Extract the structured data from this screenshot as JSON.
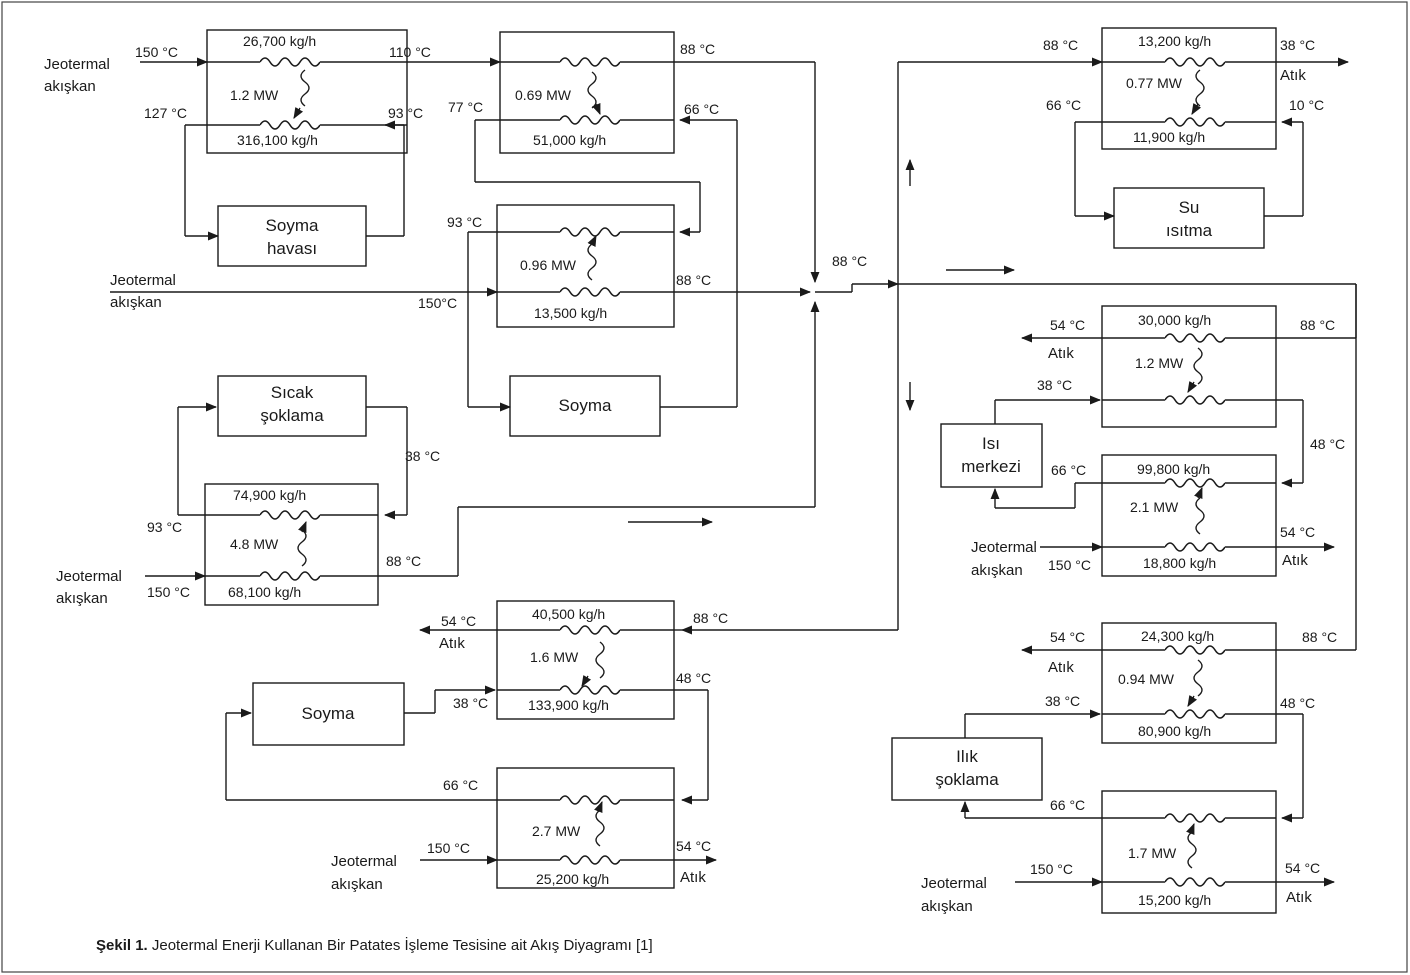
{
  "caption": {
    "label": "Şekil 1.",
    "text": " Jeotermal Enerji Kullanan Bir Patates İşleme Tesisine ait Akış Diyagramı [1]"
  },
  "blocks": {
    "soyma_havasi": [
      "Soyma",
      "havası"
    ],
    "sicak_soklama": [
      "Sıcak",
      "şoklama"
    ],
    "soyma_mid": "Soyma",
    "soyma_bottom": "Soyma",
    "su_isitma": [
      "Su",
      "ısıtma"
    ],
    "isi_merkezi": [
      "Isı",
      "merkezi"
    ],
    "ilik_soklama": [
      "Ilık",
      "şoklama"
    ]
  },
  "inputs": {
    "jeotermal": "Jeotermal",
    "akiskan": "akışkan",
    "atik": "Atık"
  },
  "hx": {
    "hx1": {
      "top_flow": "26,700 kg/h",
      "bottom_flow": "316,100 kg/h",
      "power": "1.2 MW",
      "in": "150 °C",
      "out": "110 °C",
      "return_in": "93 °C",
      "return_out": "127 °C"
    },
    "hx2": {
      "top_flow": "",
      "bottom_flow": "51,000 kg/h",
      "power": "0.69 MW",
      "out": "88 °C",
      "return_in": "66 °C",
      "return_out": "77 °C"
    },
    "hx3": {
      "top_flow": "",
      "bottom_flow": "13,500 kg/h",
      "power": "0.96 MW",
      "in": "150°C",
      "out": "88 °C",
      "return_out": "93 °C"
    },
    "hx4": {
      "top_flow": "74,900 kg/h",
      "bottom_flow": "68,100 kg/h",
      "power": "4.8 MW",
      "in": "150 °C",
      "out": "88 °C",
      "return_in": "38 °C",
      "return_out": "93 °C"
    },
    "hx5": {
      "top_flow": "40,500 kg/h",
      "bottom_flow": "133,900 kg/h",
      "power": "1.6 MW",
      "in": "88 °C",
      "out": "54 °C",
      "return_in": "38 °C",
      "return_out": "48 °C"
    },
    "hx6": {
      "bottom_flow": "25,200 kg/h",
      "power": "2.7 MW",
      "in": "150 °C",
      "out": "54 °C",
      "return_out": "66 °C"
    },
    "hx7": {
      "top_flow": "13,200 kg/h",
      "bottom_flow": "11,900 kg/h",
      "power": "0.77 MW",
      "in": "88 °C",
      "out": "38 °C",
      "return_in": "10 °C",
      "return_out": "66 °C"
    },
    "hx8": {
      "top_flow": "30,000 kg/h",
      "power": "1.2 MW",
      "in": "88 °C",
      "out": "54 °C",
      "return_in": "38 °C",
      "return_out": "48 °C"
    },
    "hx9": {
      "top_flow": "99,800 kg/h",
      "bottom_flow": "18,800 kg/h",
      "power": "2.1 MW",
      "in": "150 °C",
      "out": "54 °C",
      "return_out": "66 °C"
    },
    "hx10": {
      "top_flow": "24,300 kg/h",
      "bottom_flow": "80,900 kg/h",
      "power": "0.94 MW",
      "in": "88 °C",
      "out": "54 °C",
      "return_in": "38 °C",
      "return_out": "48 °C"
    },
    "hx11": {
      "bottom_flow": "15,200 kg/h",
      "power": "1.7 MW",
      "in": "150 °C",
      "out": "54 °C",
      "return_out": "66 °C"
    }
  },
  "junction_temp": "88 °C"
}
